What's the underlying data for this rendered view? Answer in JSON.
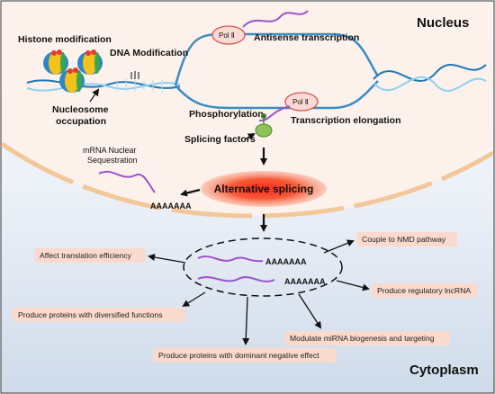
{
  "regions": {
    "nucleus": "Nucleus",
    "cytoplasm": "Cytoplasm"
  },
  "nucleus_labels": {
    "histone_modification": "Histone modification",
    "dna_modification": "DNA Modification",
    "nucleosome_occupation_1": "Nucleosome",
    "nucleosome_occupation_2": "occupation",
    "antisense_transcription": "Antisense transcription",
    "pol_top": "Pol Ⅱ",
    "pol_bottom": "Pol Ⅱ",
    "phosphorylation": "Phosphorylation",
    "transcription_elongation": "Transcription elongation",
    "splicing_factors": "Splicing factors",
    "mrna_nuclear_1": "mRNA Nuclear",
    "mrna_nuclear_2": "Sequestration",
    "polya_nuclear": "AAAAAAA"
  },
  "center": {
    "alternative_splicing": "Alternative splicing",
    "polya_top": "AAAAAAA",
    "polya_bottom": "AAAAAAA"
  },
  "outcomes": [
    "Affect translation efficiency",
    "Couple to NMD pathway",
    "Produce regulatory lncRNA",
    "Produce proteins with diversified functions",
    "Modulate miRNA biogenesis and targeting",
    "Produce proteins with dominant negative effect"
  ],
  "colors": {
    "nucleus_fill": "#fdf1ec",
    "cytoplasm_fill": "#dde6f2",
    "membrane": "#f2c79a",
    "box_fill": "#f9dacd",
    "splicing_glow": "#ef4a28",
    "rna": "#9b54c9",
    "dna": "#4aa8d8"
  }
}
